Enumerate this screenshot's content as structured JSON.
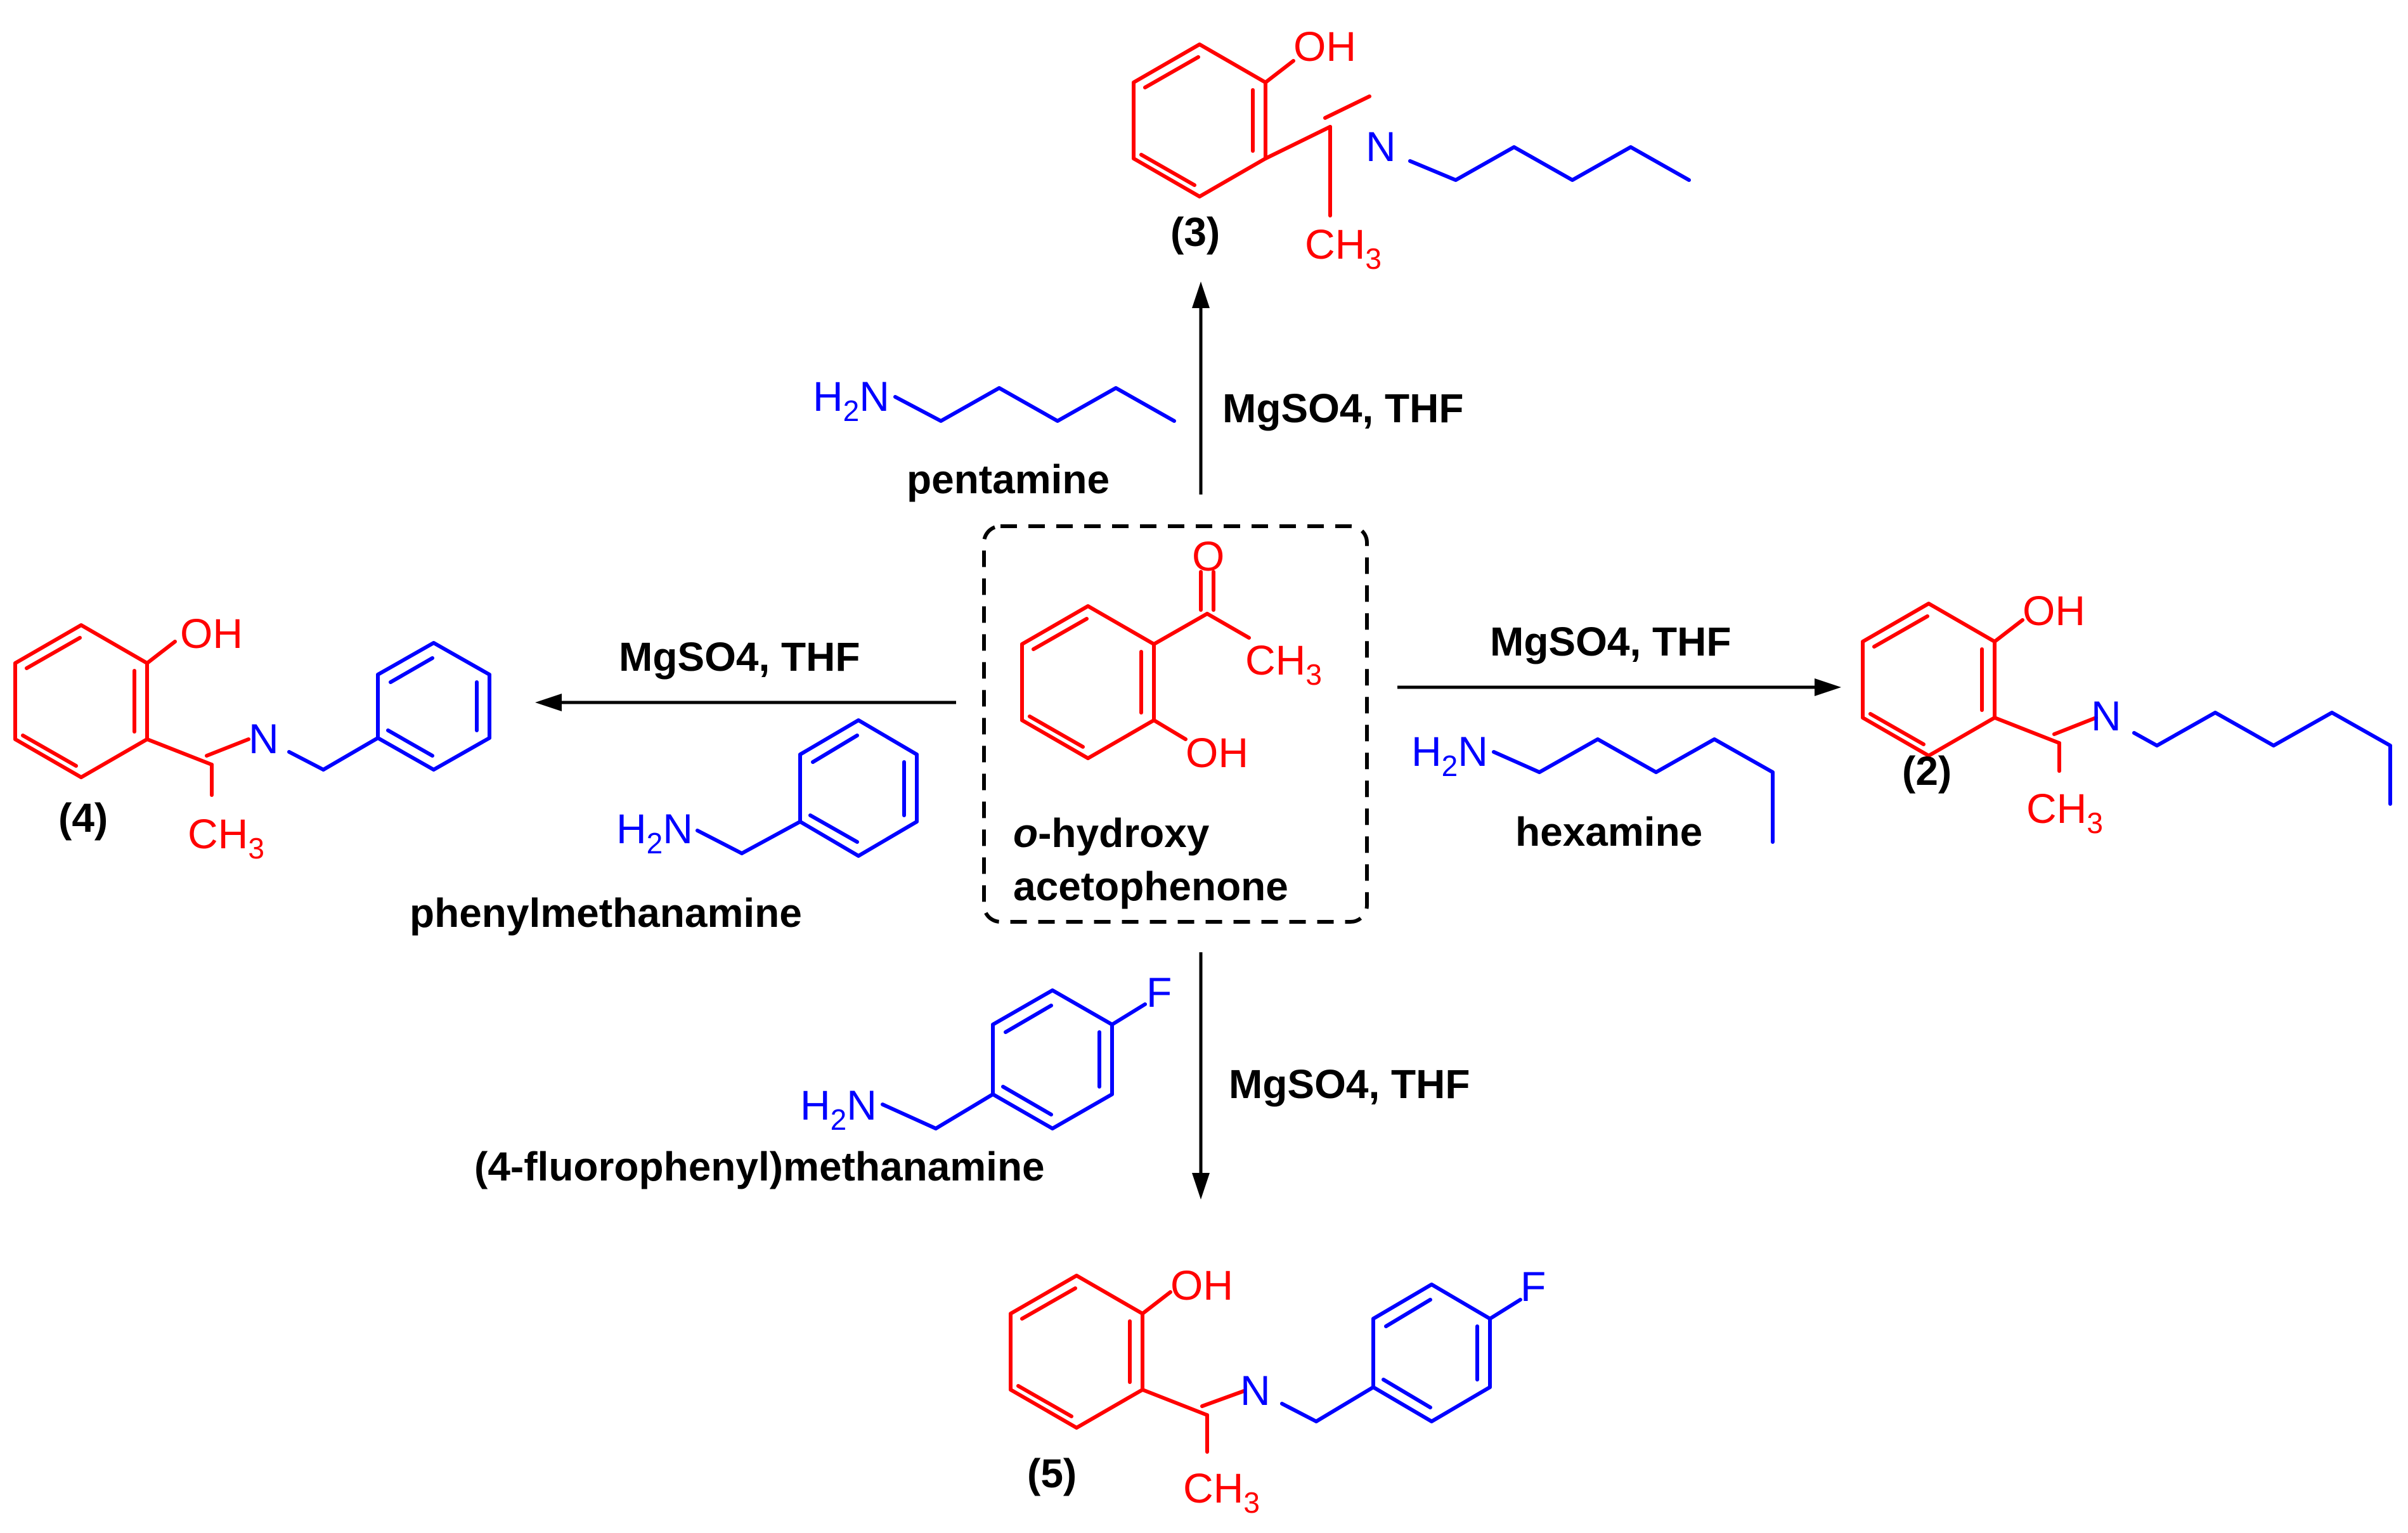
{
  "atoms": {
    "oh": "OH",
    "o": "O",
    "n": "N",
    "f": "F",
    "ch": "CH",
    "three": "3",
    "h": "H",
    "two": "2"
  },
  "starting_material": {
    "line1": "o",
    "line1_rest": "-hydroxy",
    "line2": "acetophenone"
  },
  "reactions": {
    "top": {
      "conditions": "MgSO4,  THF",
      "amine_name": "pentamine",
      "product_label": "(3)"
    },
    "right": {
      "conditions": "MgSO4,  THF",
      "amine_name": "hexamine",
      "product_label": "(2)"
    },
    "left": {
      "conditions": "MgSO4,  THF",
      "amine_name": "phenylmethanamine",
      "product_label": "(4)"
    },
    "bottom": {
      "conditions": "MgSO4,  THF",
      "amine_name": "(4-fluorophenyl)methanamine",
      "product_label": "(5)"
    }
  },
  "colors": {
    "ketone_fragment": "#ff0000",
    "amine_fragment": "#0000ff",
    "text": "#000000"
  }
}
